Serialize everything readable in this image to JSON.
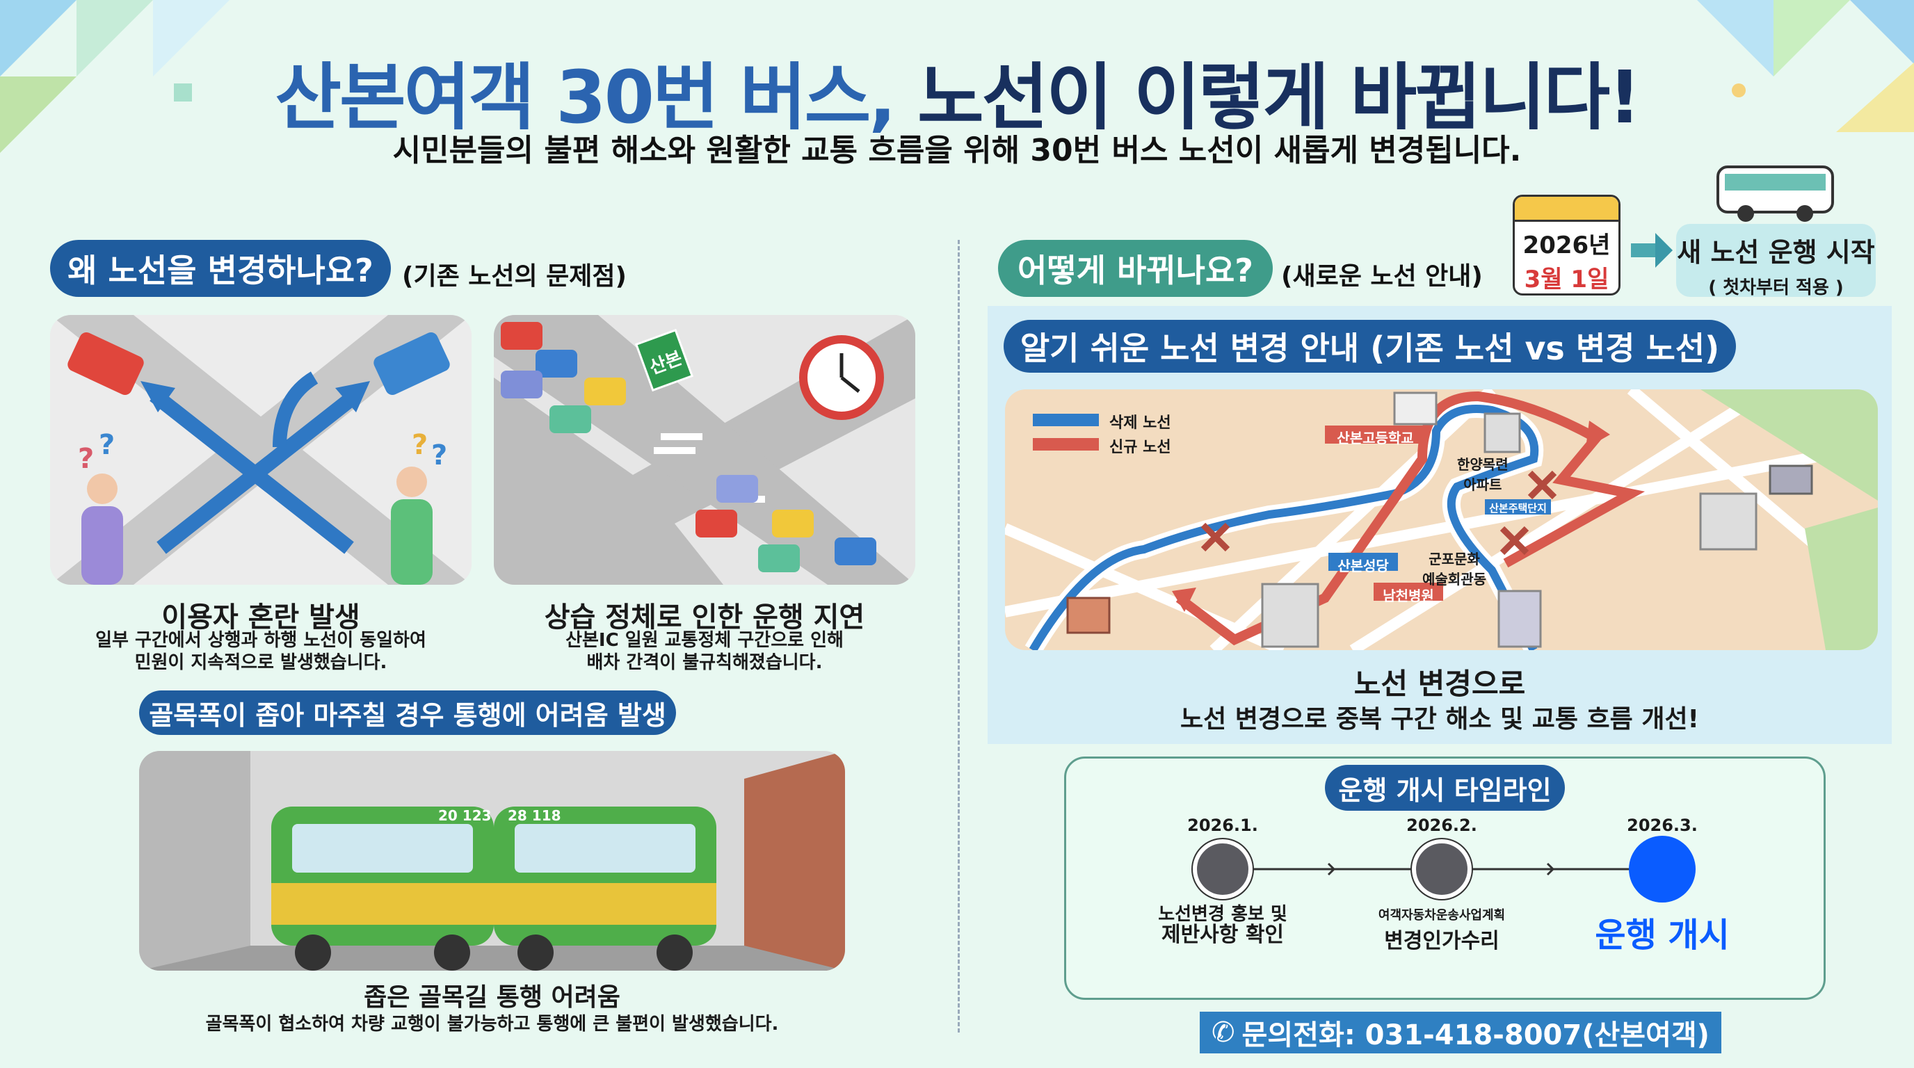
{
  "header": {
    "title_part1": "산본여객 30번 버스,",
    "title_part2": " 노선이 이렇게 바뀝니다!",
    "subtitle": "시민분들의 불편 해소와 원활한 교통 흐름을 위해 30번 버스 노선이 새롭게 변경됩니다."
  },
  "why": {
    "pill": "왜 노선을 변경하나요?",
    "sub": "(기존 노선의 문제점)",
    "items": [
      {
        "title": "이용자 혼란 발생",
        "desc1": "일부 구간에서 상행과 하행 노선이 동일하여",
        "desc2": "민원이 지속적으로 발생했습니다."
      },
      {
        "title": "상습 정체로 인한 운행 지연",
        "desc1": "산본IC 일원 교통정체 구간으로 인해",
        "desc2": "배차 간격이 불규칙해졌습니다.",
        "sign": "산본"
      }
    ],
    "alley": {
      "pill": "골목폭이 좁아 마주칠 경우 통행에 어려움 발생",
      "title": "좁은 골목길 통행 어려움",
      "desc": "골목폭이 협소하여 차량 교행이 불가능하고 통행에 큰 불편이 발생했습니다.",
      "bus_numbers": [
        "20 123",
        "28 118"
      ]
    }
  },
  "how": {
    "pill": "어떻게 바뀌나요?",
    "sub": "(새로운 노선 안내)",
    "calendar_year": "2026년",
    "calendar_date": "3월 1일",
    "start_title": "새 노선 운행 시작",
    "start_sub": "( 첫차부터 적용 )"
  },
  "map": {
    "pill": "알기 쉬운 노선 변경 안내 (기존 노선 vs 변경 노선)",
    "legend": [
      {
        "label": "삭제 노선",
        "color": "#2f7cc8"
      },
      {
        "label": "신규 노선",
        "color": "#d85a4e"
      }
    ],
    "labels": {
      "school": "산본고등학교",
      "apt1": "한양목련",
      "apt2": "아파트",
      "housing": "산본주택단지",
      "church": "산본성당",
      "culture1": "군포문화",
      "culture2": "예술회관동",
      "hospital": "남천병원"
    },
    "caption1": "노선 변경으로",
    "caption2": "노선 변경으로 중복 구간 해소 및 교통 흐름 개선!"
  },
  "timeline": {
    "pill": "운행 개시 타임라인",
    "steps": [
      {
        "date": "2026.1.",
        "line1": "노선변경 홍보 및",
        "line2": "제반사항 확인",
        "color": "#5a5a60"
      },
      {
        "date": "2026.2.",
        "line1": "여객자동차운송사업계획",
        "line2": "변경인가수리",
        "color": "#5a5a60"
      },
      {
        "date": "2026.3.",
        "line1": "운행 개시",
        "color": "#0a5cff"
      }
    ]
  },
  "contact": {
    "icon": "phone-icon",
    "text": "문의전화: 031-418-8007(산본여객)"
  }
}
